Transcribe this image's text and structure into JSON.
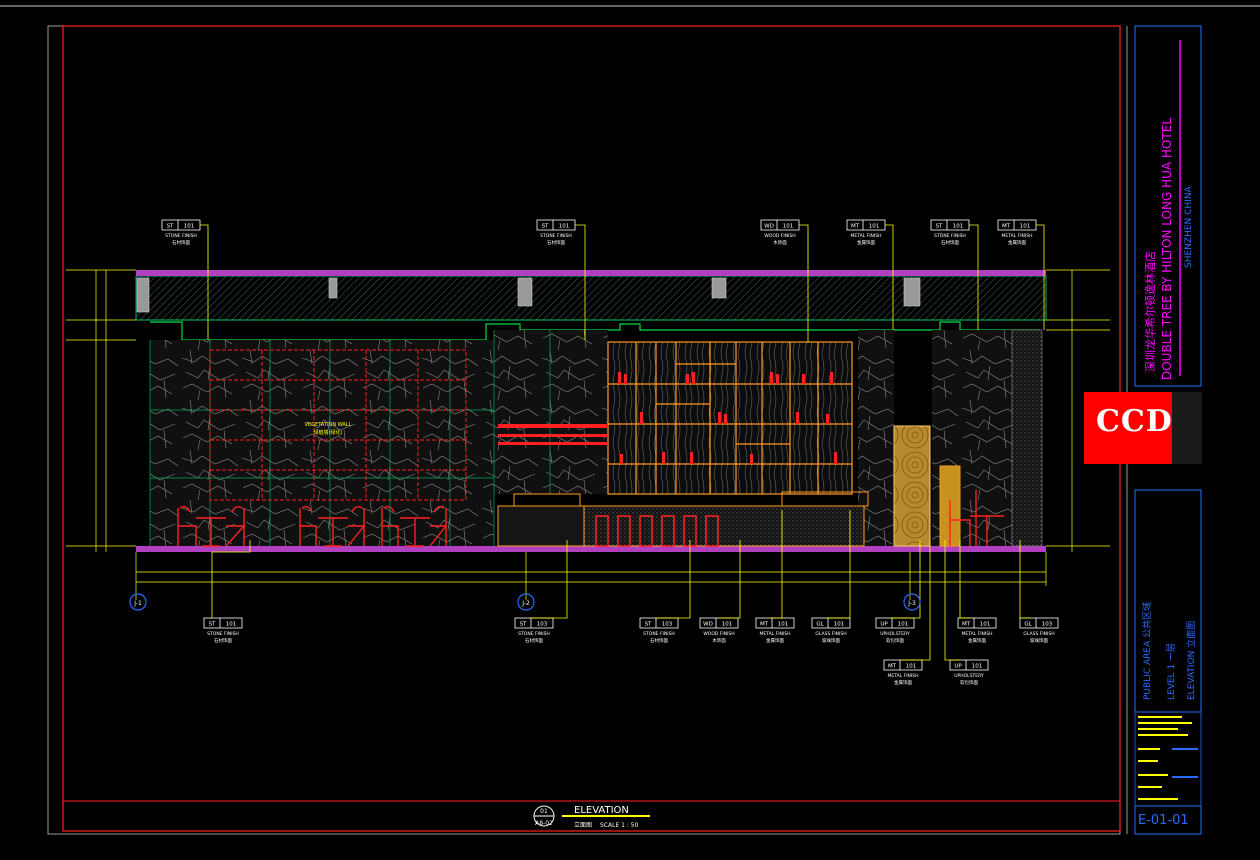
{
  "project": {
    "name_cn": "深圳龙华希尔顿逸林酒店",
    "name_en": "DOUBLE TREE BY HILTON LONG HUA HOTEL",
    "location": "SHENZHEN CHINA"
  },
  "logo": {
    "text": "CCD"
  },
  "drawing": {
    "area": "PUBLIC AREA 公共区域",
    "level": "LEVEL 1 一层",
    "type": "ELEVATION 立面图",
    "number": "E-01-01"
  },
  "title_block": {
    "number": "01",
    "sheet": "A8-02",
    "name": "ELEVATION",
    "name_cn": "立面图",
    "scale": "SCALE 1 : 50"
  },
  "labels": {
    "vegetation": "VEGETATION WALL",
    "vegetation_cn": "绿植墙(绿化)"
  },
  "grid_markers": [
    "J-1",
    "J-2",
    "J-3"
  ],
  "top_tags": [
    {
      "code": "ST",
      "num": "101",
      "en": "STONE FINISH",
      "cn": "石材饰面"
    },
    {
      "code": "ST",
      "num": "101",
      "en": "STONE FINISH",
      "cn": "石材饰面"
    },
    {
      "code": "WD",
      "num": "101",
      "en": "WOOD FINISH",
      "cn": "木饰面"
    },
    {
      "code": "MT",
      "num": "101",
      "en": "METAL FINISH",
      "cn": "金属饰面"
    },
    {
      "code": "ST",
      "num": "101",
      "en": "STONE FINISH",
      "cn": "石材饰面"
    },
    {
      "code": "MT",
      "num": "101",
      "en": "METAL FINISH",
      "cn": "金属饰面"
    }
  ],
  "bottom_tags": [
    {
      "code": "ST",
      "num": "101",
      "en": "STONE FINISH",
      "cn": "石材饰面"
    },
    {
      "code": "ST",
      "num": "103",
      "en": "STONE FINISH",
      "cn": "石材饰面"
    },
    {
      "code": "ST",
      "num": "103",
      "en": "STONE FINISH",
      "cn": "石材饰面"
    },
    {
      "code": "WD",
      "num": "101",
      "en": "WOOD FINISH",
      "cn": "木饰面"
    },
    {
      "code": "MT",
      "num": "101",
      "en": "METAL FINISH",
      "cn": "金属饰面"
    },
    {
      "code": "GL",
      "num": "101",
      "en": "GLASS FINISH",
      "cn": "玻璃饰面"
    },
    {
      "code": "UP",
      "num": "101",
      "en": "UPHOLSTERY",
      "cn": "软包饰面"
    },
    {
      "code": "MT",
      "num": "101",
      "en": "METAL FINISH",
      "cn": "金属饰面"
    },
    {
      "code": "GL",
      "num": "103",
      "en": "GLASS FINISH",
      "cn": "玻璃饰面"
    },
    {
      "code": "MT",
      "num": "101",
      "en": "METAL FINISH",
      "cn": "金属饰面"
    },
    {
      "code": "UP",
      "num": "101",
      "en": "UPHOLSTERY",
      "cn": "软包饰面"
    }
  ],
  "colors": {
    "frame_red": "#ff2020",
    "frame_blue": "#2a6bff",
    "magenta": "#ff00ff",
    "yellow": "#ffff00",
    "cyan": "#00c8ff",
    "orange": "#ff9a20",
    "green": "#00dd44",
    "logo_bg": "#ff0000"
  },
  "icons": [
    "grid-marker-icon",
    "section-marker-icon"
  ]
}
